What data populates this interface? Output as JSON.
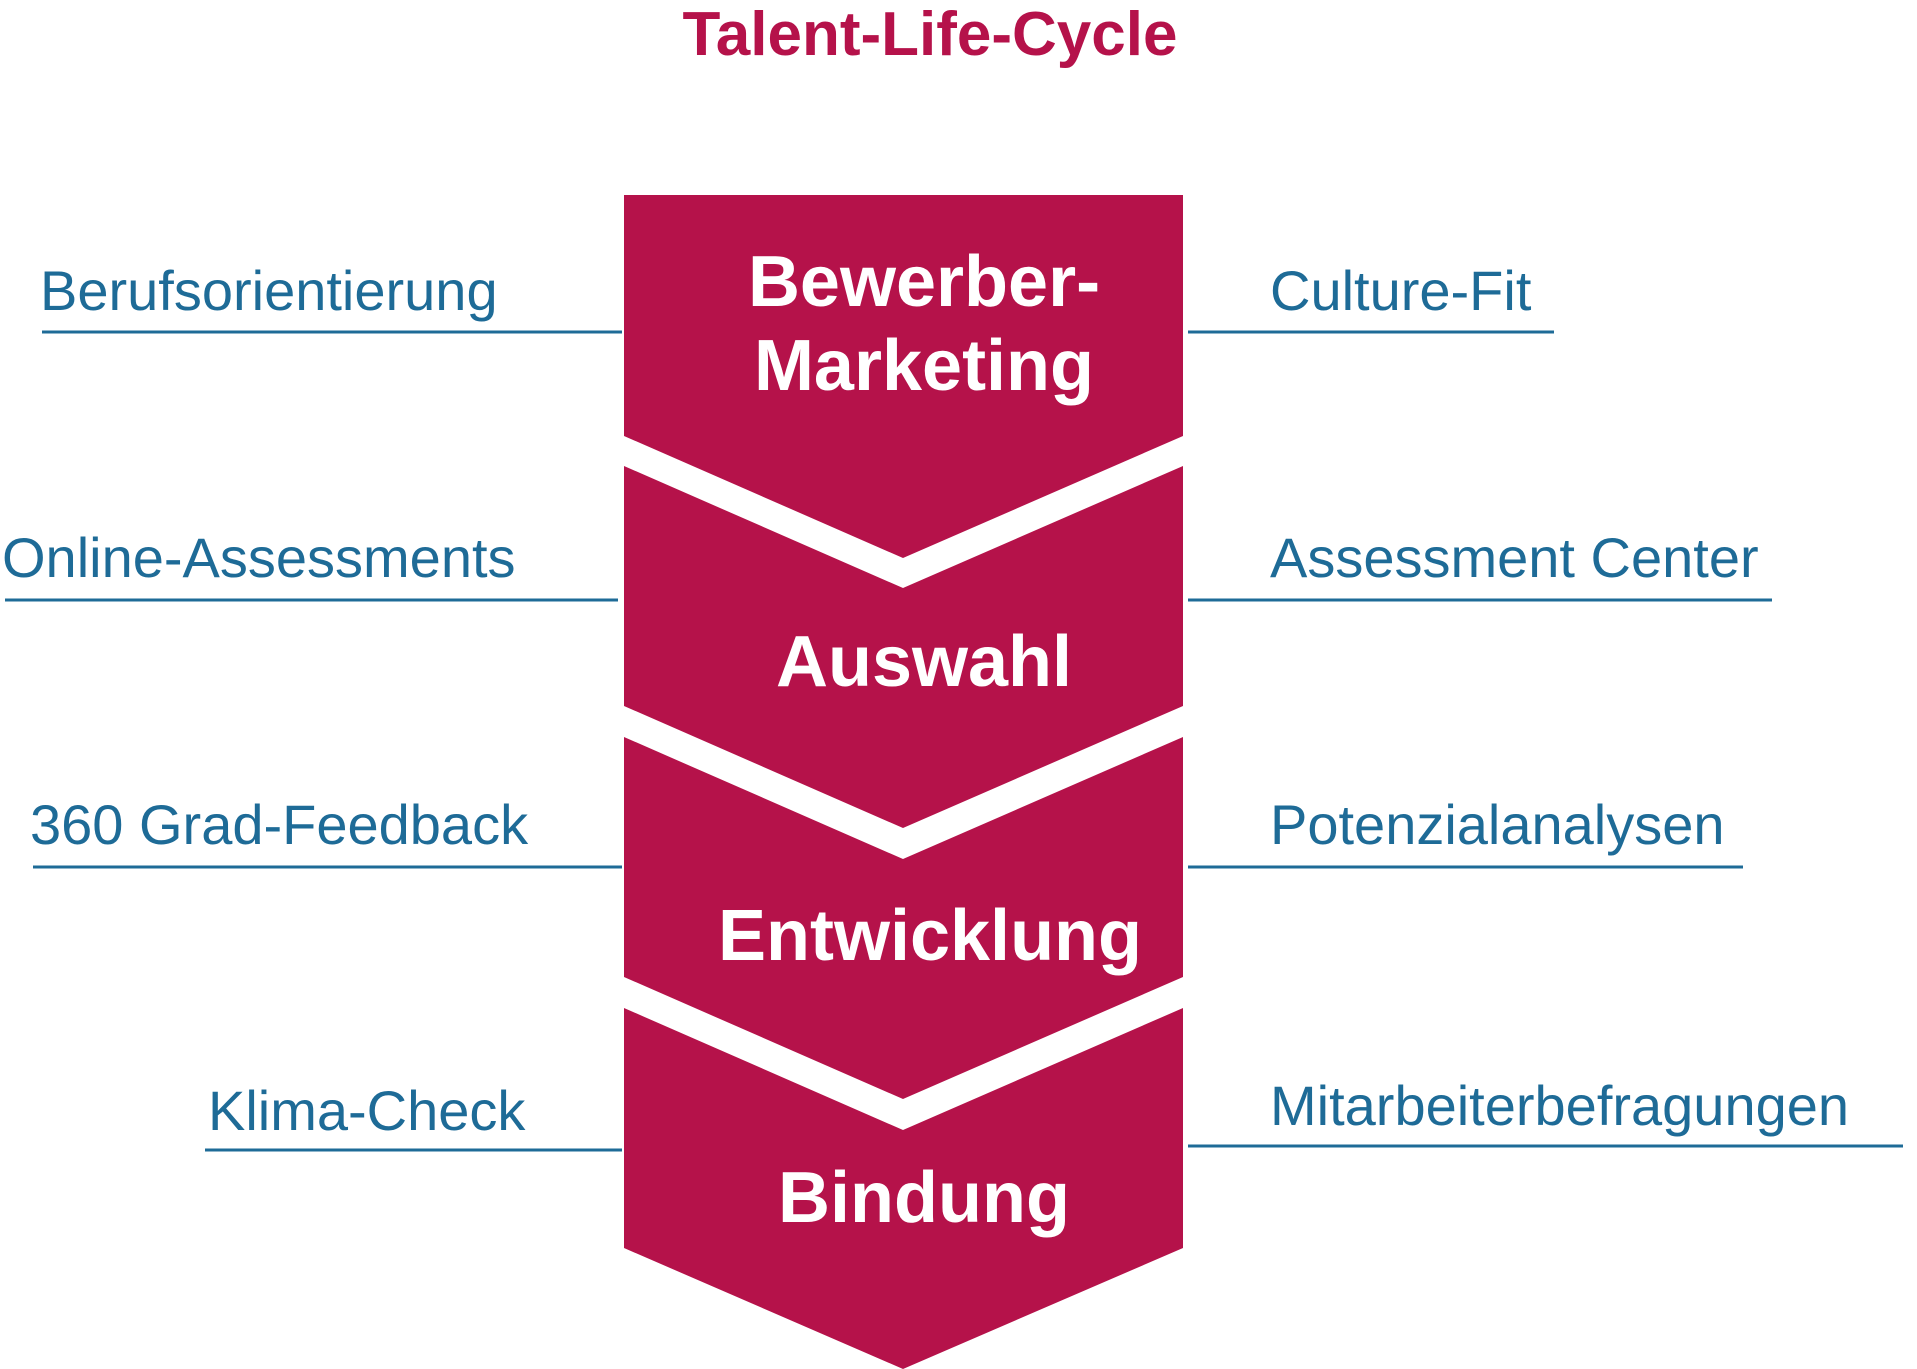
{
  "title": "Talent-Life-Cycle",
  "colors": {
    "title": "#b5124a",
    "chevron": "#b5124a",
    "stage_text": "#ffffff",
    "side_text": "#1e6b97",
    "side_line": "#1e6b97"
  },
  "stages": [
    {
      "lines": [
        "Bewerber-",
        "Marketing"
      ],
      "left_item": "Berufsorientierung",
      "right_item": "Culture-Fit"
    },
    {
      "lines": [
        "Auswahl"
      ],
      "left_item": "Online-Assessments",
      "right_item": "Assessment Center"
    },
    {
      "lines": [
        "Entwicklung"
      ],
      "left_item": "360 Grad-Feedback",
      "right_item": "Potenzialanalysen"
    },
    {
      "lines": [
        "Bindung"
      ],
      "left_item": "Klima-Check",
      "right_item": "Mitarbeiterbefragungen"
    }
  ]
}
